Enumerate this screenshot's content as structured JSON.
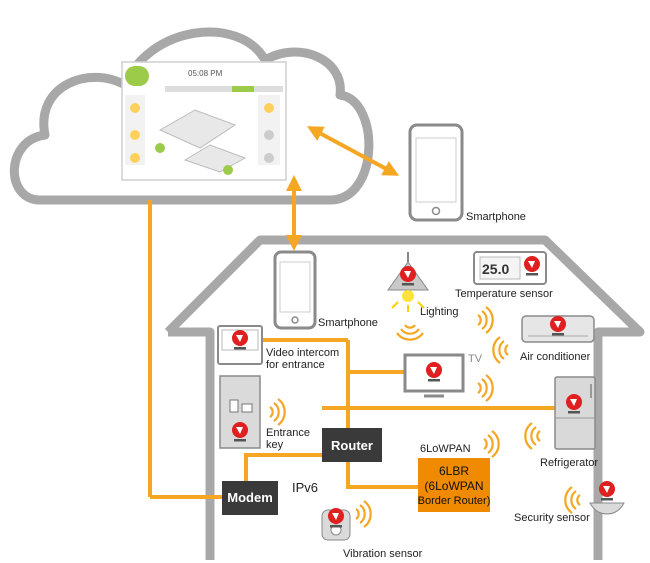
{
  "colors": {
    "accent": "#F5A623",
    "outline": "#9B9B9B",
    "dark_box": "#3A3A3A",
    "orange_box": "#F08A00",
    "echonet_red": "#E02020"
  },
  "labels": {
    "smartphone_cloud": "Smartphone",
    "smartphone_home": "Smartphone",
    "lighting": "Lighting",
    "temperature_sensor": "Temperature sensor",
    "air_conditioner": "Air conditioner",
    "tv": "TV",
    "video_intercom_line1": "Video intercom",
    "video_intercom_line2": "for entrance",
    "entrance_key_line1": "Entrance",
    "entrance_key_line2": "key",
    "router": "Router",
    "modem": "Modem",
    "ipv6": "IPv6",
    "sixlowpan": "6LoWPAN",
    "sixlbr_line1": "6LBR",
    "sixlbr_line2": "(6LoWPAN",
    "sixlbr_line3": "Border Router)",
    "refrigerator": "Refrigerator",
    "security_sensor": "Security sensor",
    "vibration_sensor": "Vibration sensor"
  },
  "dashboard": {
    "time": "05:08 PM",
    "temperature_display": "25.0"
  },
  "icons": [
    "cloud-icon",
    "house-outline-icon",
    "smartphone-icon",
    "lighting-icon",
    "temperature-sensor-icon",
    "air-conditioner-icon",
    "tv-icon",
    "video-intercom-icon",
    "entrance-key-icon",
    "refrigerator-icon",
    "security-sensor-icon",
    "vibration-sensor-icon",
    "wireless-signal-icon",
    "echonet-logo-icon"
  ]
}
